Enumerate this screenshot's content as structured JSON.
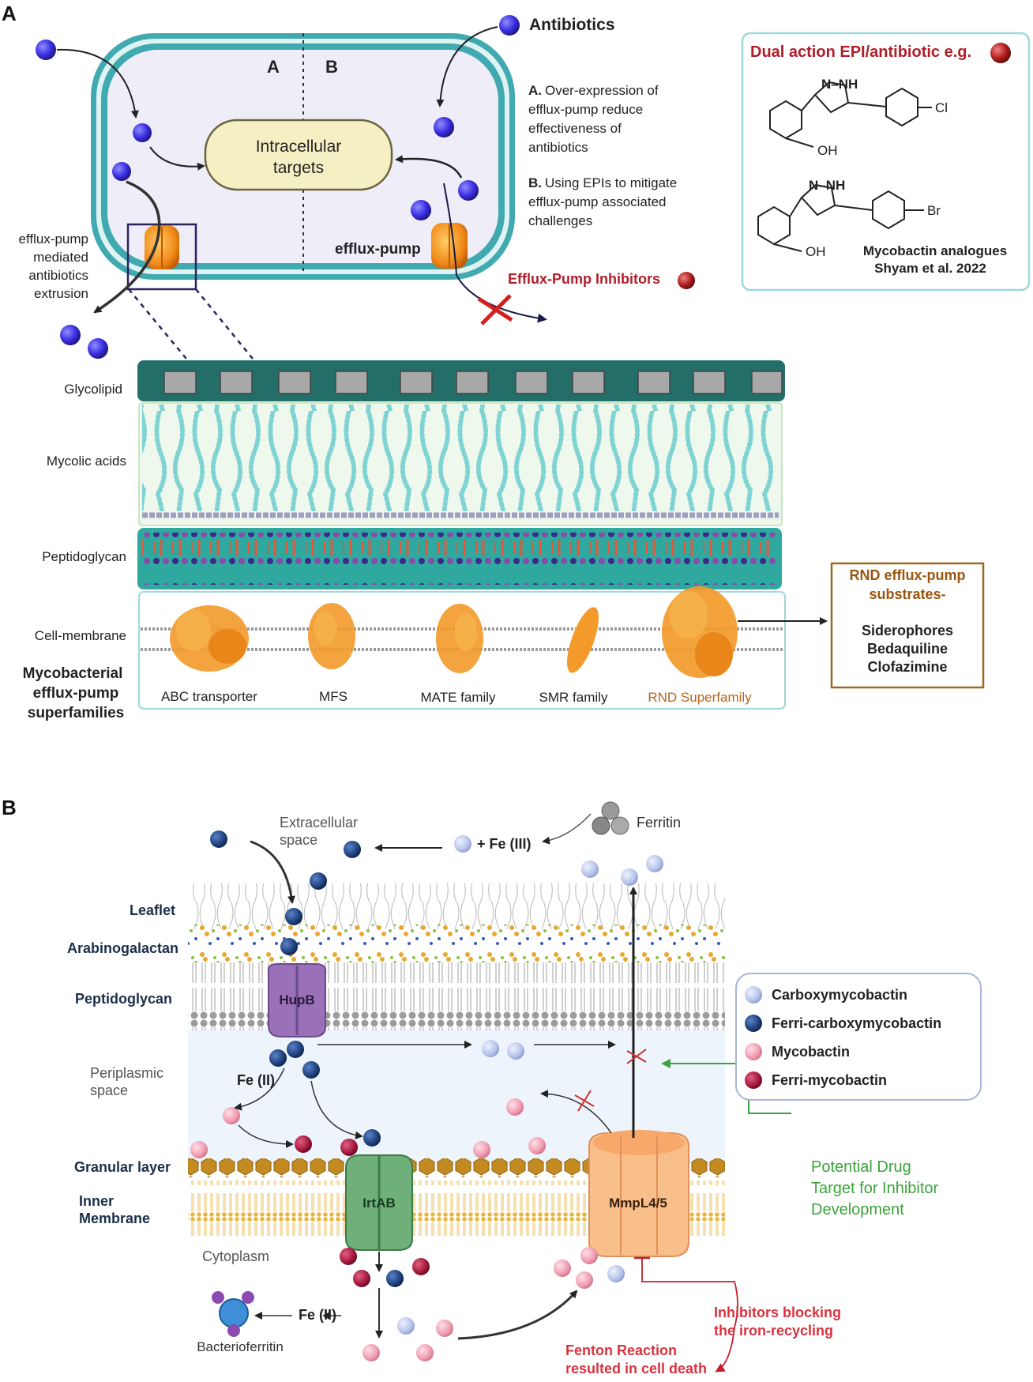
{
  "panel_a": {
    "letter": "A",
    "cell": {
      "section_a": "A",
      "section_b": "B",
      "targets_line1": "Intracellular",
      "targets_line2": "targets",
      "efflux_pump_label": "efflux-pump"
    },
    "antibiotics_label": "Antibiotics",
    "explain_a_prefix": "A.",
    "explain_a_lines": [
      "Over-expression of",
      "efflux-pump reduce",
      "effectiveness of",
      "antibiotics"
    ],
    "explain_b_prefix": "B.",
    "explain_b_lines": [
      "Using EPIs to mitigate",
      "efflux-pump associated",
      "challenges"
    ],
    "epi_label": "Efflux-Pump Inhibitors",
    "extrusion_lines": [
      "efflux-pump",
      "mediated",
      "antibiotics",
      "extrusion"
    ],
    "epi_box": {
      "title": "Dual action EPI/antibiotic e.g.",
      "mol1": {
        "nnh": "N–NH",
        "oh": "OH",
        "halogen": "Cl"
      },
      "mol2": {
        "nnh": "N–NH",
        "oh": "OH",
        "halogen": "Br"
      },
      "caption_line1": "Mycobactin analogues",
      "caption_line2": "Shyam et al. 2022"
    },
    "wall_layers": [
      "Glycolipid",
      "Mycolic acids",
      "Peptidoglycan",
      "Cell-membrane"
    ],
    "superfamily_title": [
      "Mycobacterial",
      "efflux-pump",
      "superfamilies"
    ],
    "families": [
      "ABC transporter",
      "MFS",
      "MATE family",
      "SMR family",
      "RND Superfamily"
    ],
    "rnd_box": {
      "title_line1": "RND efflux-pump",
      "title_line2": "substrates-",
      "items": [
        "Siderophores",
        "Bedaquiline",
        "Clofazimine"
      ]
    }
  },
  "panel_b": {
    "letter": "B",
    "extracellular": [
      "Extracellular",
      "space"
    ],
    "fe3": "+ Fe (III)",
    "ferritin": "Ferritin",
    "layers": [
      "Leaflet",
      "Arabinogalactan",
      "Peptidoglycan"
    ],
    "periplasmic": [
      "Periplasmic",
      "space"
    ],
    "fe2_a": "Fe (II)",
    "granular": "Granular layer",
    "inner_membrane": [
      "Inner",
      "Membrane"
    ],
    "cytoplasm": "Cytoplasm",
    "hupb": "HupB",
    "irtab": "IrtAB",
    "mmpl": "MmpL4/5",
    "fe2_b": "Fe (II)",
    "bacterioferritin": "Bacterioferritin",
    "legend": [
      "Carboxymycobactin",
      "Ferri-carboxymycobactin",
      "Mycobactin",
      "Ferri-mycobactin"
    ],
    "legend_colors": [
      "#b5c3ea",
      "#1d3f7a",
      "#ef9bb0",
      "#a3163a"
    ],
    "drug_target": [
      "Potential Drug",
      "Target for Inhibitor",
      "Development"
    ],
    "inhibitors": [
      "Inhibitors blocking",
      "the iron-recycling"
    ],
    "fenton": [
      "Fenton Reaction",
      "resulted in cell death"
    ]
  }
}
